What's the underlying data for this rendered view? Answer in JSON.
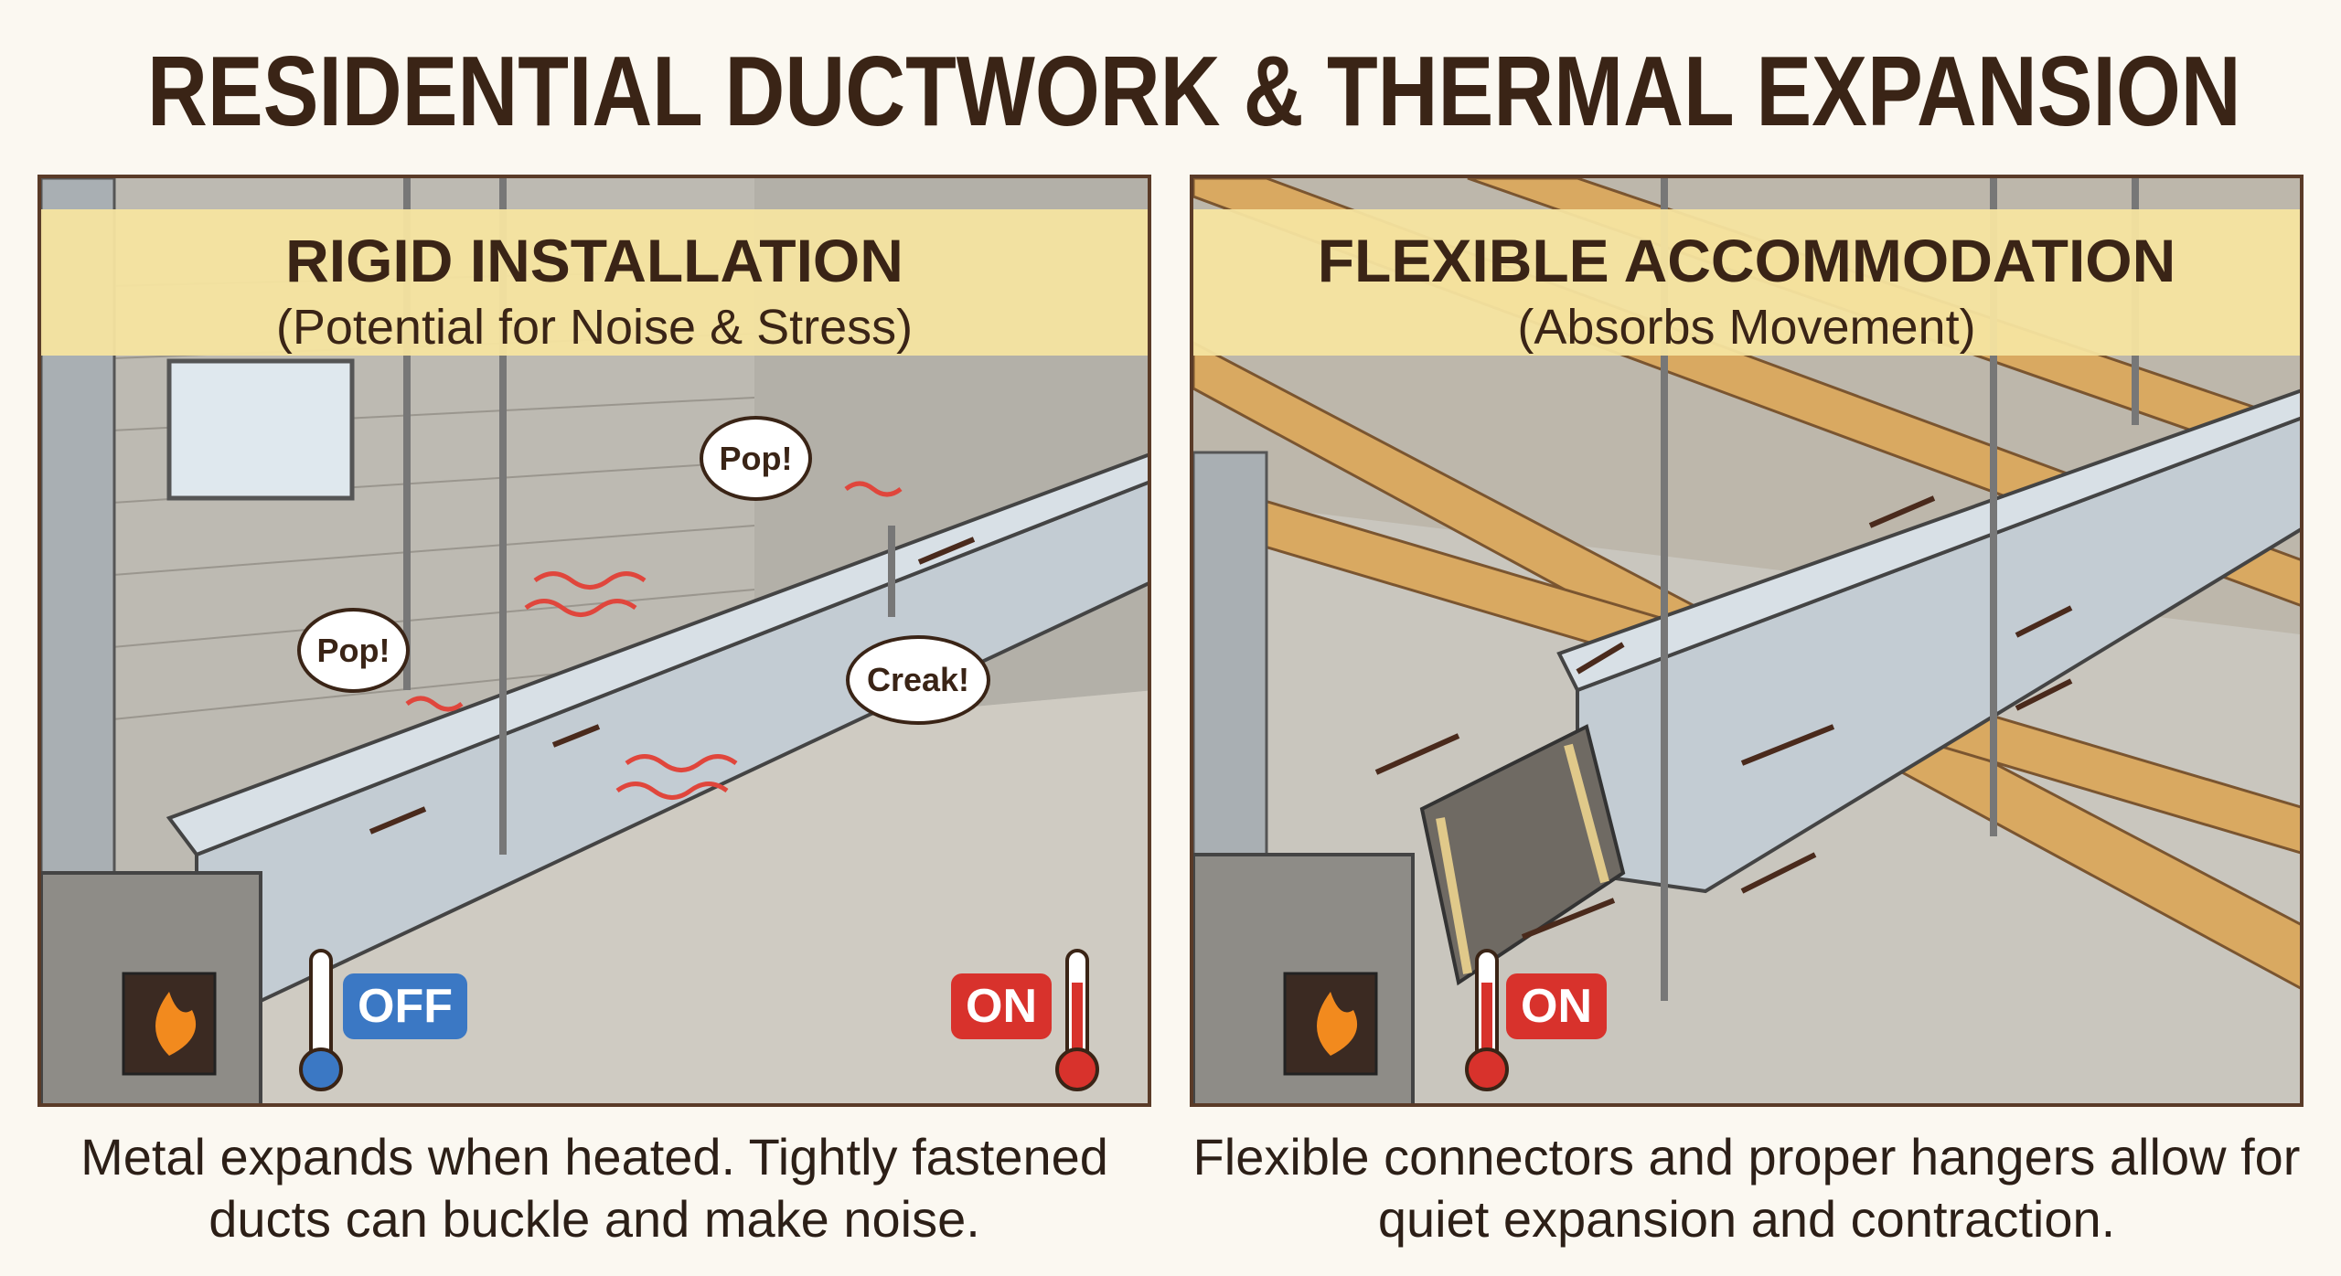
{
  "title": "RESIDENTIAL DUCTWORK & THERMAL EXPANSION",
  "panels": [
    {
      "heading": "RIGID INSTALLATION",
      "subheading": "(Potential for Noise & Stress)",
      "sounds": [
        "Pop!",
        "Pop!",
        "Creak!"
      ],
      "badges": [
        {
          "label": "OFF",
          "color": "#3b78c4"
        },
        {
          "label": "ON",
          "color": "#d8322c"
        }
      ],
      "caption": "Metal expands when heated. Tightly fastened ducts can buckle and make noise."
    },
    {
      "heading": "FLEXIBLE ACCOMMODATION",
      "subheading": "(Absorbs Movement)",
      "badges": [
        {
          "label": "ON",
          "color": "#d8322c"
        }
      ],
      "caption": "Flexible connectors and proper hangers allow for quiet expansion and contraction."
    }
  ],
  "icons": [
    "thermometer-cold-icon",
    "thermometer-hot-icon",
    "fire-icon",
    "heat-wave-icon",
    "arrow-icon"
  ]
}
